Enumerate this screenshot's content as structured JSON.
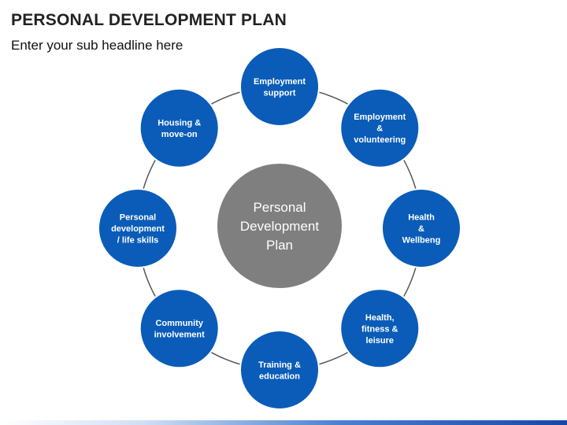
{
  "header": {
    "title": "PERSONAL DEVELOPMENT PLAN",
    "subtitle": "Enter your sub headline here"
  },
  "center": {
    "lines": [
      "Personal",
      "Development",
      "Plan"
    ]
  },
  "nodes": [
    {
      "id": "employment-support",
      "lines": [
        "Employment",
        "support"
      ]
    },
    {
      "id": "employment-volunteering",
      "lines": [
        "Employment",
        "&",
        "volunteering"
      ]
    },
    {
      "id": "health-wellbeing",
      "lines": [
        "Health",
        "&",
        "Wellbeng"
      ]
    },
    {
      "id": "health-fitness-leisure",
      "lines": [
        "Health,",
        "fitness &",
        "leisure"
      ]
    },
    {
      "id": "training-education",
      "lines": [
        "Training &",
        "education"
      ]
    },
    {
      "id": "community-involvement",
      "lines": [
        "Community",
        "involvement"
      ]
    },
    {
      "id": "personal-development-life-skills",
      "lines": [
        "Personal",
        "development",
        "/ life skills"
      ]
    },
    {
      "id": "housing-move-on",
      "lines": [
        "Housing &",
        "move-on"
      ]
    }
  ],
  "colors": {
    "node_fill": "#0a5cb8",
    "node_stroke": "#ffffff",
    "center_fill": "#7f7f7f",
    "ring_stroke": "#555555"
  }
}
